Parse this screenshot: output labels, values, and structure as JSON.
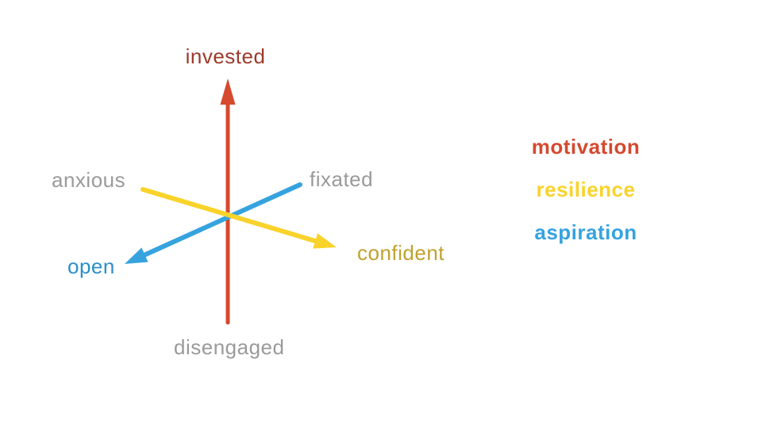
{
  "slide": {
    "background": "#ffffff"
  },
  "colors": {
    "motivation": "#d5492f",
    "motivation_label": "#9c3a2a",
    "resilience": "#f9d32b",
    "resilience_label": "#c0a12d",
    "aspiration": "#36a3df",
    "aspiration_label": "#2b8fc9",
    "neutral_label": "#9a9a9a"
  },
  "axes": {
    "motivation": {
      "positive_label": "invested",
      "negative_label": "disengaged"
    },
    "resilience": {
      "positive_label": "confident",
      "negative_label": "anxious"
    },
    "aspiration": {
      "positive_label": "open",
      "negative_label": "fixated"
    }
  },
  "legend": {
    "items": [
      {
        "label": "motivation",
        "color": "#d5492f"
      },
      {
        "label": "resilience",
        "color": "#f9d32b"
      },
      {
        "label": "aspiration",
        "color": "#36a3df"
      }
    ]
  }
}
